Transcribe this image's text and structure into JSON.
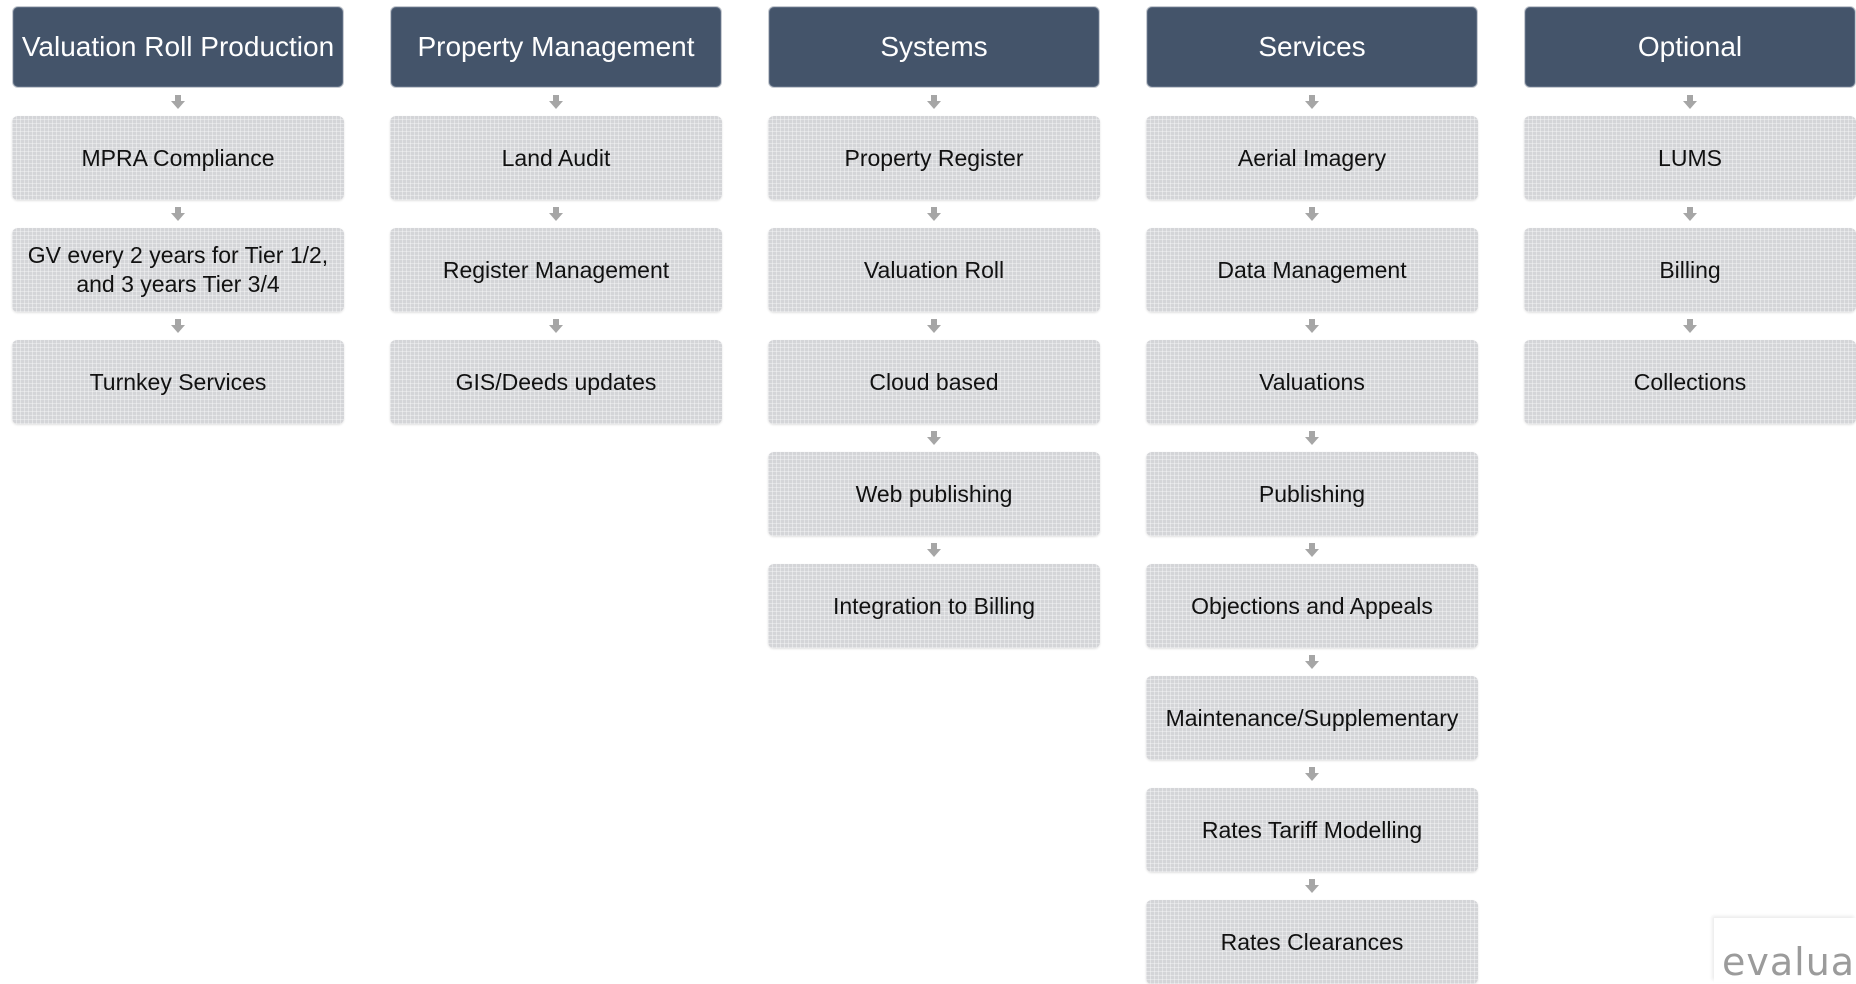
{
  "columns": [
    {
      "header": "Valuation Roll Production",
      "items": [
        "MPRA Compliance",
        "GV every 2 years for Tier 1/2, and 3 years Tier 3/4",
        "Turnkey Services"
      ]
    },
    {
      "header": "Property Management",
      "items": [
        "Land Audit",
        "Register Management",
        "GIS/Deeds updates"
      ]
    },
    {
      "header": "Systems",
      "items": [
        "Property Register",
        "Valuation Roll",
        "Cloud based",
        "Web publishing",
        "Integration to Billing"
      ]
    },
    {
      "header": "Services",
      "items": [
        "Aerial Imagery",
        "Data Management",
        "Valuations",
        "Publishing",
        "Objections and Appeals",
        "Maintenance/Supplementary",
        "Rates Tariff Modelling",
        "Rates Clearances"
      ]
    },
    {
      "header": "Optional",
      "items": [
        "LUMS",
        "Billing",
        "Collections"
      ]
    }
  ],
  "logo": {
    "text": "evaluat"
  },
  "colors": {
    "header_bg": "#44546a",
    "item_bg": "#d4d5d8",
    "arrow": "#a6a6a6"
  },
  "icons": {
    "connector": "down-arrow-icon"
  }
}
